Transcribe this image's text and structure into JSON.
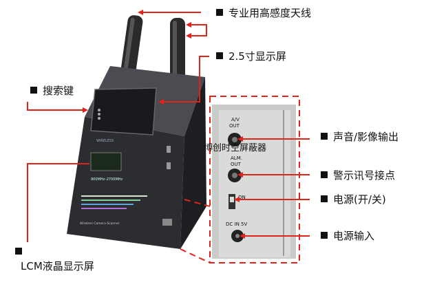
{
  "labels": {
    "antenna": "专业用高感度天线",
    "screen": "2.5寸显示屏",
    "search_key": "搜索键",
    "lcm": "LCM液晶显示屏",
    "av_out": "声音/影像输出",
    "alarm": "警示讯号接点",
    "power_switch": "电源(开/关)",
    "power_in": "电源输入"
  },
  "watermark": "博创时空屏蔽器",
  "device": {
    "brand": "WIRELESS",
    "freq": "900MHz–2700MHz",
    "model_text": "Wireless Camera Scanner"
  },
  "panel": {
    "av": "A/V",
    "out": "OUT",
    "alm": "ALM.",
    "alm_out": "OUT",
    "on": "ON",
    "dc": "DC IN 5V"
  },
  "colors": {
    "accent": "#e0241b",
    "device_body": "#2b2d31"
  }
}
